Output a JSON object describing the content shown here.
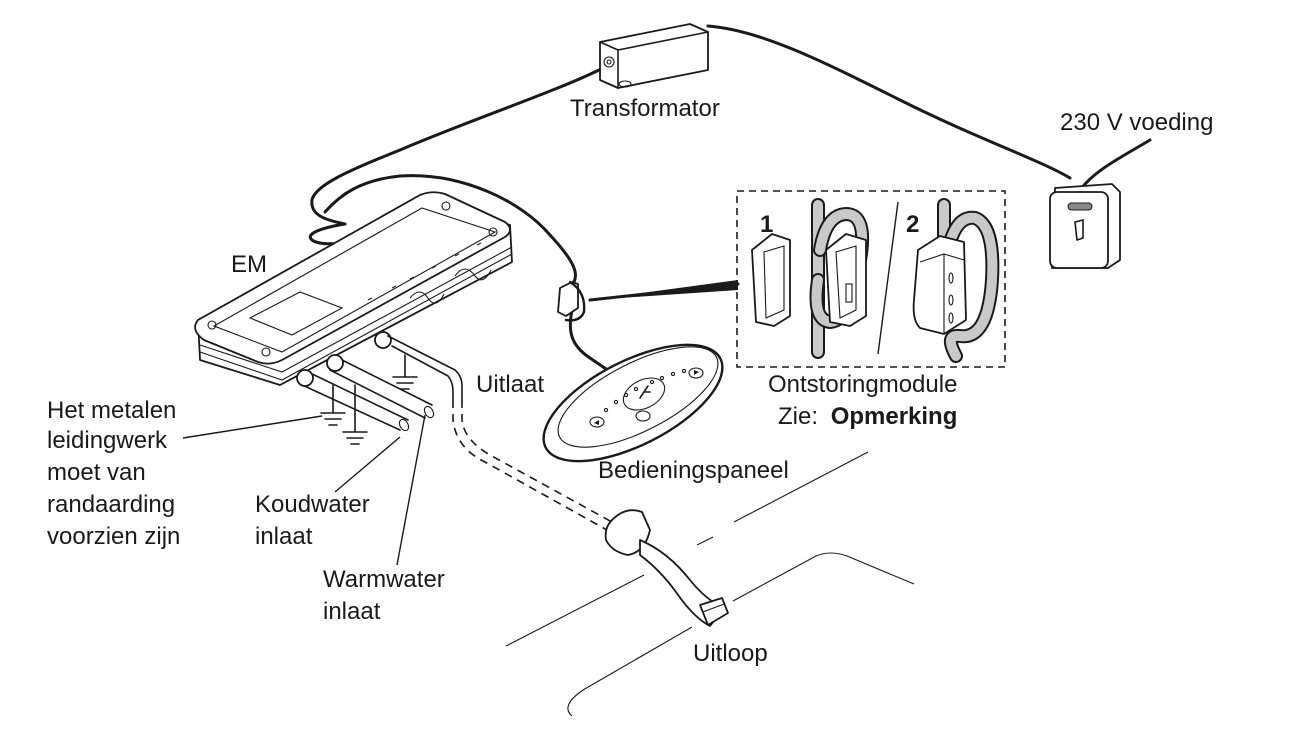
{
  "diagram": {
    "language": "nl",
    "components": {
      "transformer": {
        "label": "Transformator"
      },
      "power_supply": {
        "label": "230 V voeding"
      },
      "electronic_module": {
        "label": "EM"
      },
      "control_panel": {
        "label": "Bedieningspaneel"
      },
      "outlet": {
        "label": "Uitlaat"
      },
      "spout": {
        "label": "Uitloop"
      },
      "cold_water_inlet": {
        "line1": "Koudwater",
        "line2": "inlaat"
      },
      "hot_water_inlet": {
        "line1": "Warmwater",
        "line2": "inlaat"
      },
      "earthing_note": {
        "lines": [
          "Het metalen",
          "leidingwerk",
          "moet van",
          "randaarding",
          "voorzien zijn"
        ]
      },
      "suppression_module": {
        "label": "Ontstoringmodule",
        "see_prefix": "Zie:",
        "see_ref": "Opmerking",
        "steps": [
          "1",
          "2"
        ]
      }
    },
    "colors": {
      "line": "#1a1a1a",
      "cable_grey": "#c9c9c9",
      "background": "#ffffff"
    }
  }
}
